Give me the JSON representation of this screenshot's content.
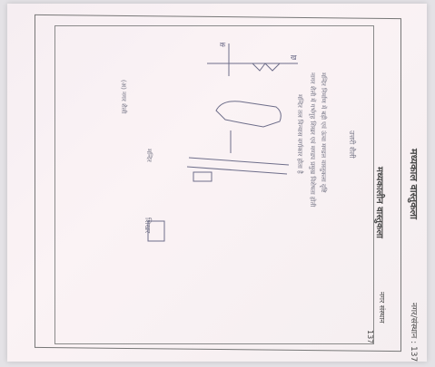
{
  "page": {
    "header_title": "मध्यकाल वास्तुकला",
    "header_right": "नगर/संस्थान : 137",
    "subheader_title": "मध्यकालीन वास्तुकला",
    "subheader_right": "नगर संस्थान",
    "footer_number": "137"
  },
  "handwriting": {
    "heading": "उत्तरी शैली",
    "line1": "मन्दिर निर्माण में बड़ी एवं ऊंचा मण्डल वास्तुकला दृष्टि",
    "line2": "नागर शैली में गर्भगृह शिखर एवं मण्डप प्रमुख विशेषता होती",
    "line3": "मन्दिर तल विन्यास वर्गाकार होता है",
    "margin_note_1": "(अ) नगर शैली",
    "margin_note_2": "मन्दिर",
    "margin_note_3": "शिखर",
    "figure_label_1": "क",
    "figure_label_2": "ख"
  }
}
